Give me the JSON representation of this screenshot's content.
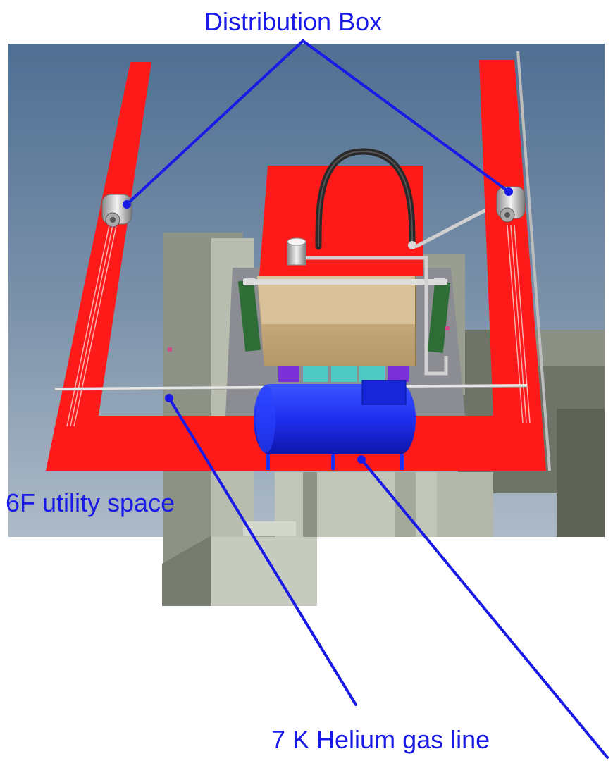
{
  "labels": {
    "distribution_box": "Distribution Box",
    "utility_space": "6F utility space",
    "helium_line": "7 K Helium gas line"
  },
  "colors": {
    "annotation": "#1a1ae6",
    "platform": "#ff1a1a",
    "tank": "#1f2ef0",
    "concrete": "#bfc3b4",
    "sky_top": "#4f6f93",
    "sky_bottom": "#a8b6c4"
  },
  "components": [
    "distribution-box-left",
    "distribution-box-right",
    "cryostat-vessel",
    "helium-tank",
    "hose-loop",
    "red-platform",
    "concrete-support"
  ]
}
